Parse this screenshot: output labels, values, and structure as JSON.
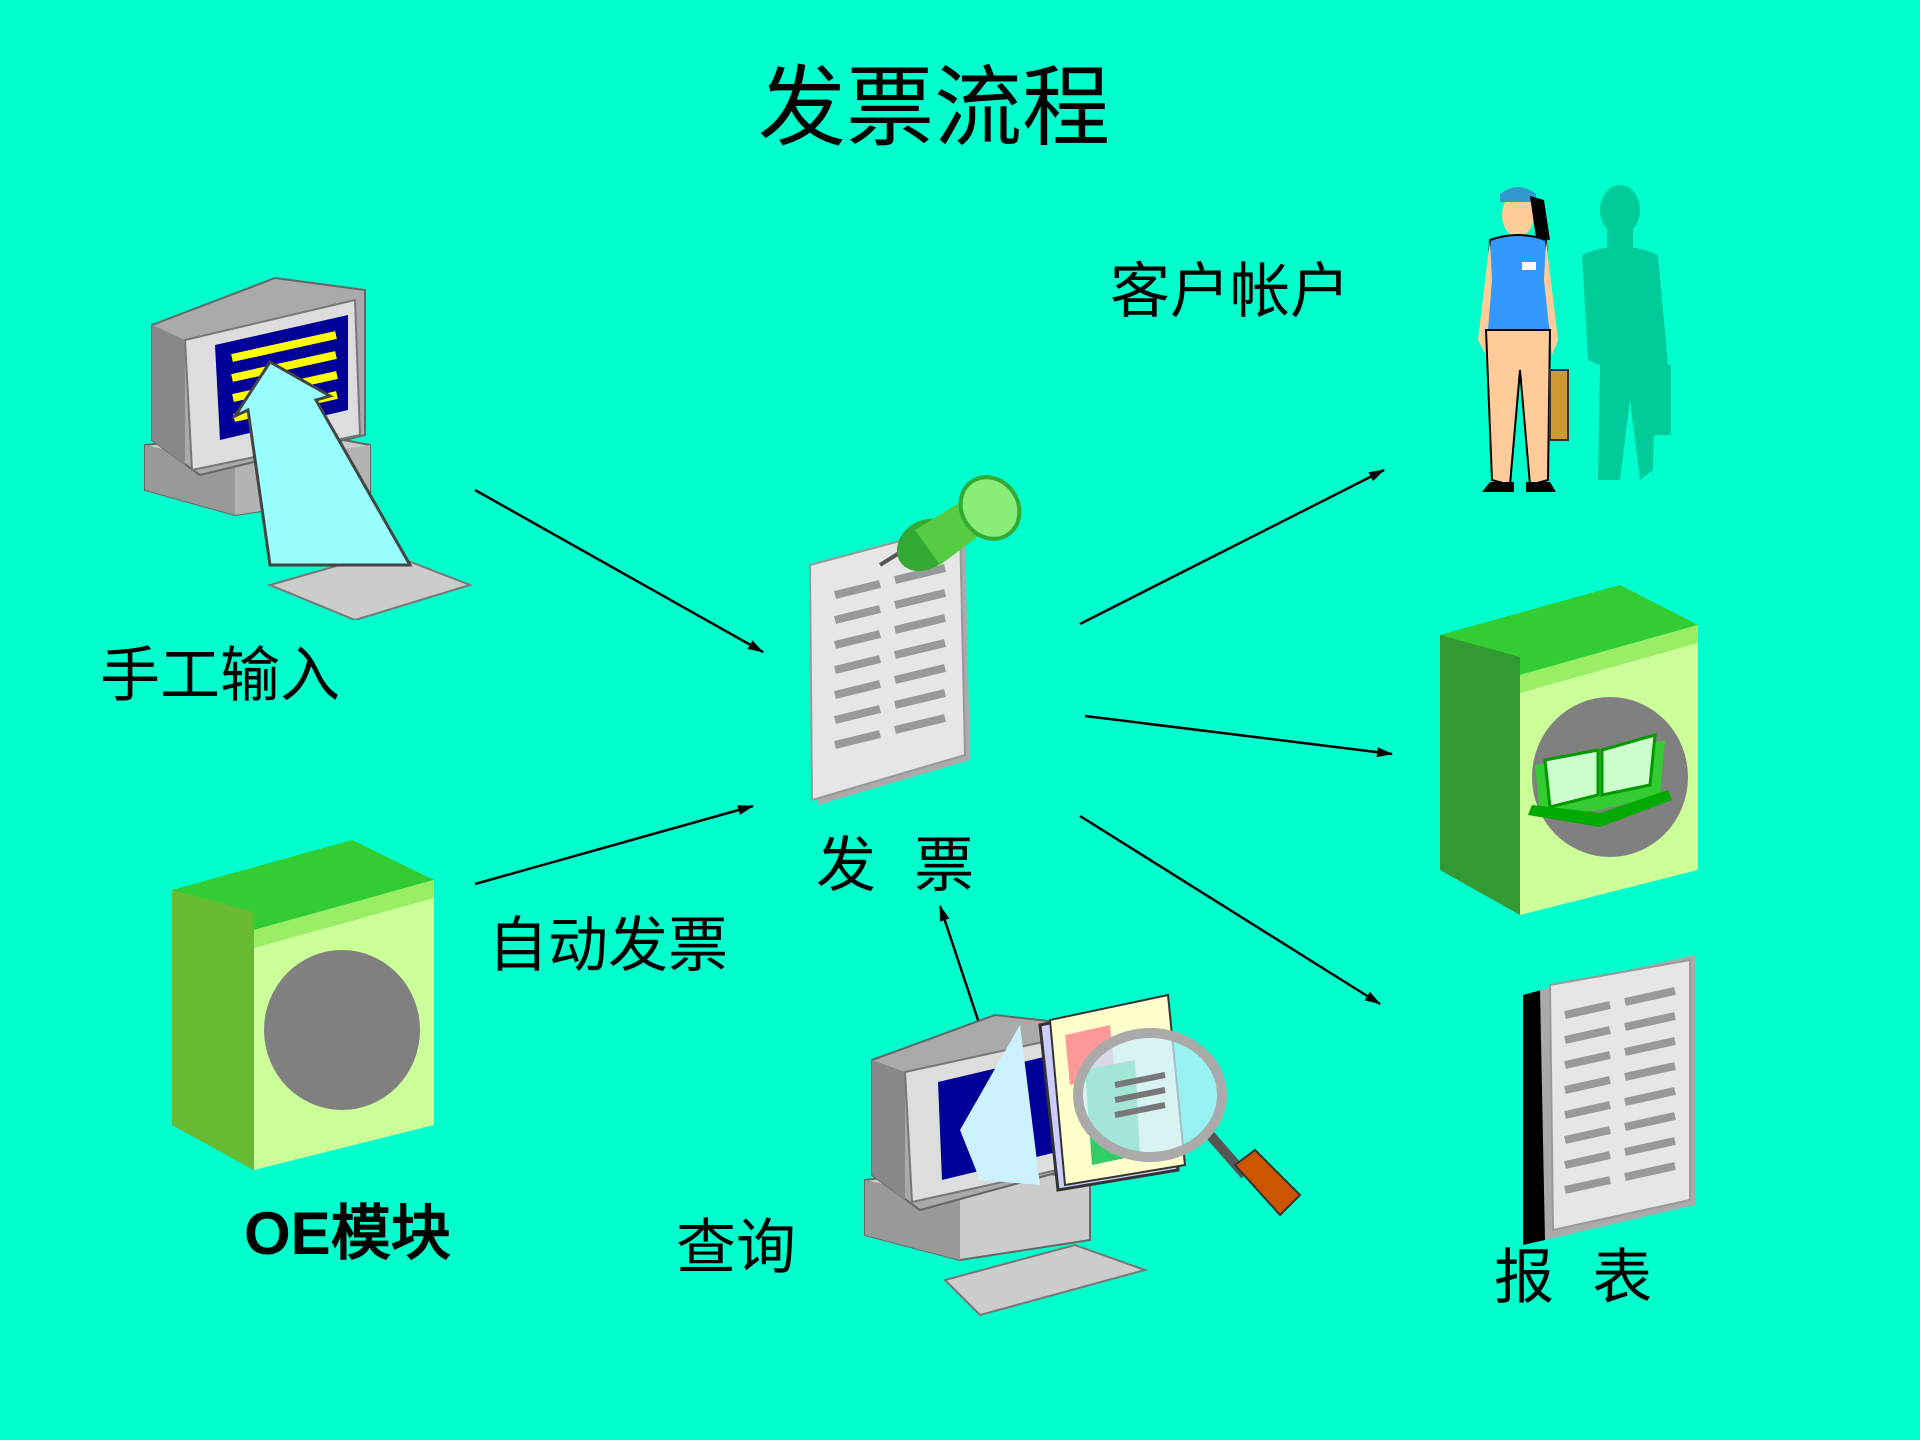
{
  "title": "发票流程",
  "nodes": {
    "manual_input": {
      "label": "手工输入",
      "icon": "computer-pointer-icon"
    },
    "oe_module": {
      "label": "OE模块",
      "icon": "disc-package-icon"
    },
    "auto_invoice": {
      "label": "自动发票"
    },
    "invoice": {
      "label": "发  票",
      "icon": "pinned-document-icon"
    },
    "query": {
      "label": "查询",
      "icon": "computer-magnifier-icon"
    },
    "customer_account": {
      "label": "客户帐户",
      "icon": "customers-icon"
    },
    "ledger": {
      "icon": "book-package-icon"
    },
    "report": {
      "label": "报  表",
      "icon": "report-binder-icon"
    }
  },
  "colors": {
    "background": "#00FFCC",
    "package_green": "#33CC33",
    "package_light": "#CCFF99",
    "arrow": "#000000"
  }
}
